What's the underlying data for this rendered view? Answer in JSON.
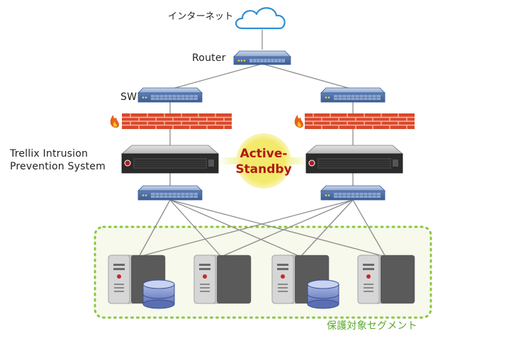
{
  "labels": {
    "internet": "インターネット",
    "router": "Router",
    "sw": "SW",
    "ips_line1": "Trellix Intrusion",
    "ips_line2": "Prevention System",
    "active": "Active-",
    "standby": "Standby",
    "segment": "保護対象セグメント"
  },
  "colors": {
    "cloud_stroke": "#2f8fd0",
    "switch_blue": "#4a6fa5",
    "firewall_brick": "#d9482a",
    "flame": "#e8611a",
    "badge_fill": "#f3e96a",
    "badge_text": "#b01818",
    "segment_border": "#8cc63f",
    "segment_fill": "#f6f9ec",
    "segment_text": "#5aa82a",
    "line_gray": "#8c8c8c"
  },
  "icons": [
    "cloud-icon",
    "router-icon",
    "switch-icon",
    "firewall-icon",
    "flame-icon",
    "ips-appliance-icon",
    "server-icon",
    "storage-icon"
  ]
}
